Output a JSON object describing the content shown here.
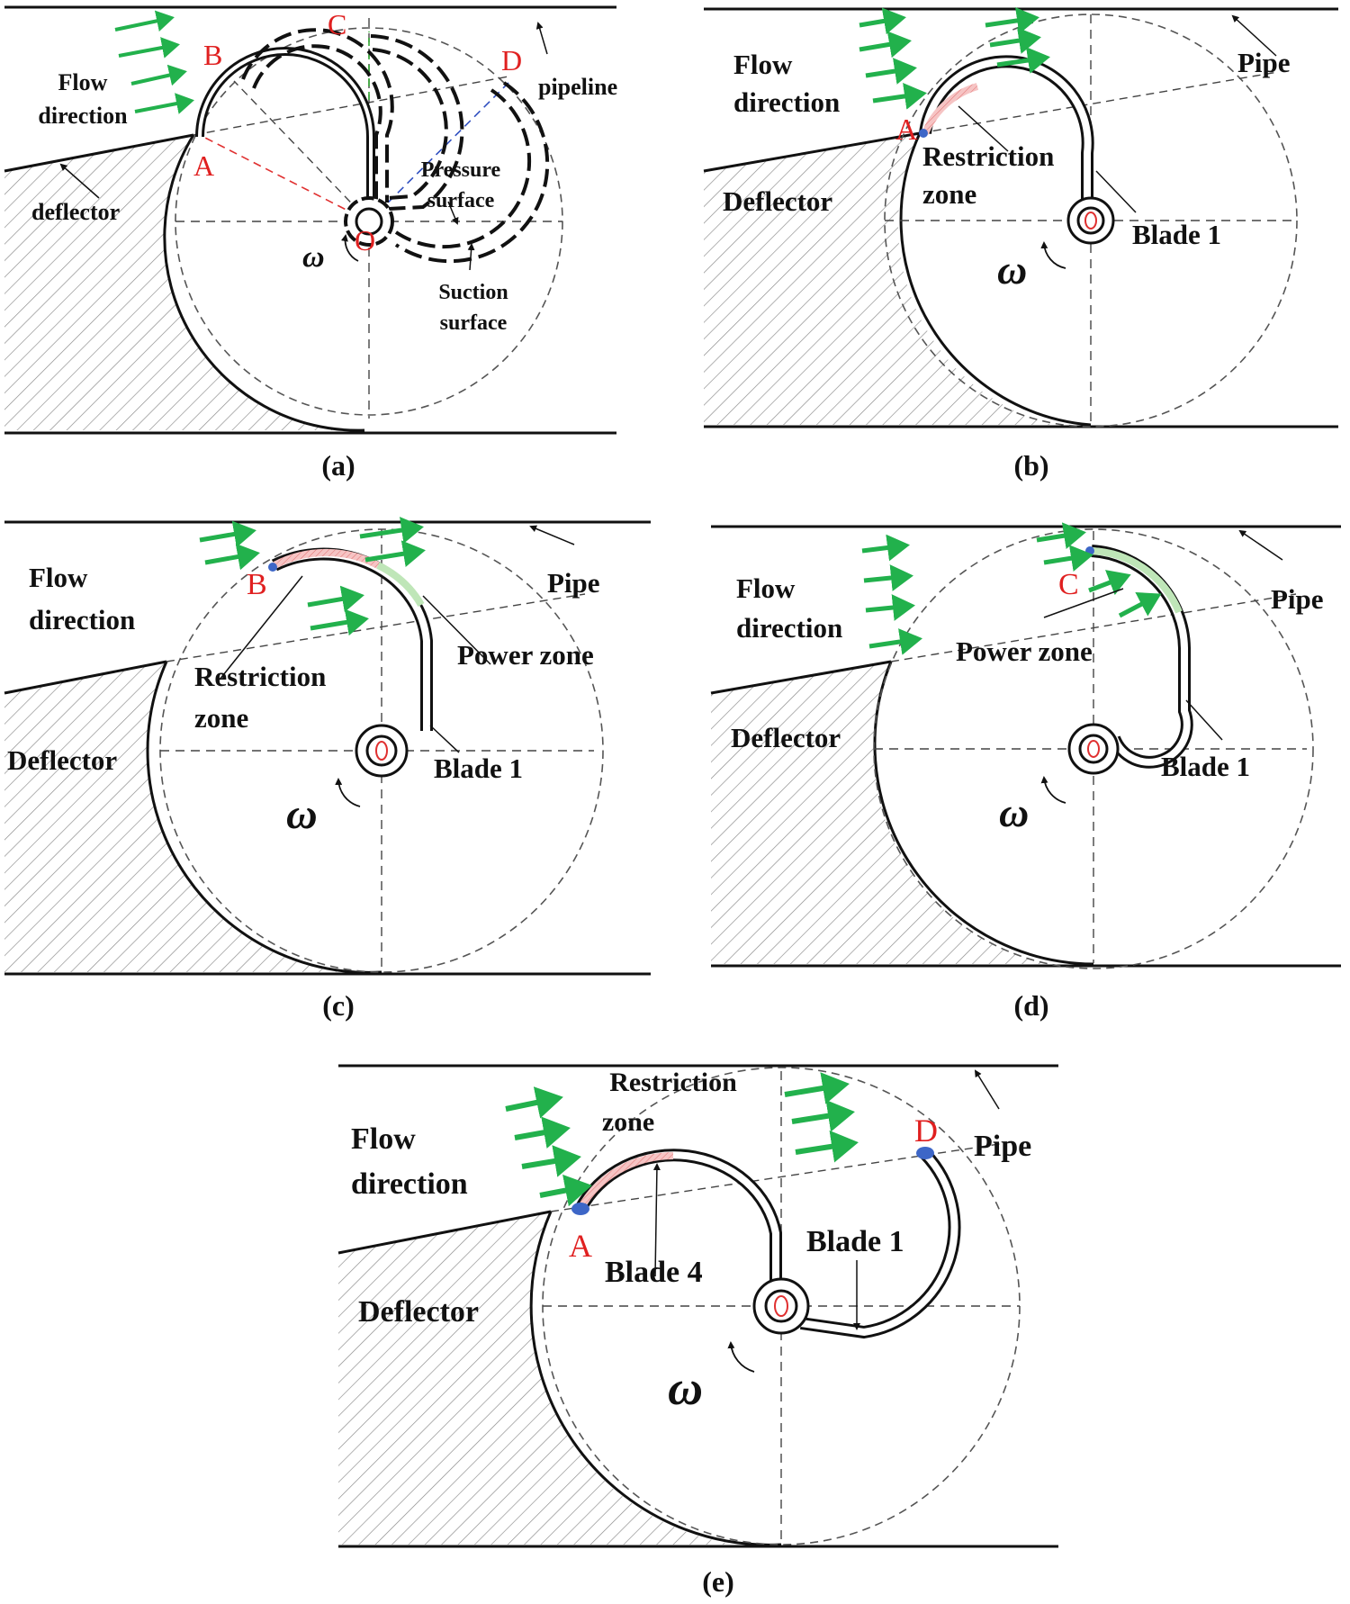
{
  "colors": {
    "ink": "#111111",
    "point_label": "#e02020",
    "flow_arrow": "#22b14c",
    "restriction_fill": "#f6b8b8",
    "power_fill": "#bfe6b8",
    "marker": "#3d66c7",
    "hatch": "#888888",
    "axis_green": "#33a833",
    "axis_red": "#e03030",
    "axis_blue": "#3050c0"
  },
  "panel_a": {
    "caption": "(a)",
    "flow_direction": [
      "Flow",
      "direction"
    ],
    "pipeline": "pipeline",
    "deflector": "deflector",
    "pressure_surface": [
      "Pressure",
      "surface"
    ],
    "suction_surface": [
      "Suction",
      "surface"
    ],
    "points": {
      "A": "A",
      "B": "B",
      "C": "C",
      "D": "D",
      "O": "O"
    },
    "omega": "ω"
  },
  "panel_b": {
    "caption": "(b)",
    "flow_direction": [
      "Flow",
      "direction"
    ],
    "pipe": "Pipe",
    "deflector": "Deflector",
    "restriction_zone": [
      "Restriction",
      "zone"
    ],
    "blade": "Blade 1",
    "point": "A",
    "omega": "ω"
  },
  "panel_c": {
    "caption": "(c)",
    "flow_direction": [
      "Flow",
      "direction"
    ],
    "pipe": "Pipe",
    "deflector": "Deflector",
    "restriction_zone": [
      "Restriction",
      "zone"
    ],
    "power_zone": "Power zone",
    "blade": "Blade 1",
    "point": "B",
    "omega": "ω"
  },
  "panel_d": {
    "caption": "(d)",
    "flow_direction": [
      "Flow",
      "direction"
    ],
    "pipe": "Pipe",
    "deflector": "Deflector",
    "power_zone": "Power zone",
    "blade": "Blade 1",
    "point": "C",
    "omega": "ω"
  },
  "panel_e": {
    "caption": "(e)",
    "flow_direction": [
      "Flow",
      "direction"
    ],
    "pipe": "Pipe",
    "deflector": "Deflector",
    "restriction_zone": [
      "Restriction",
      "zone"
    ],
    "blade_1": "Blade 1",
    "blade_4": "Blade 4",
    "points": {
      "A": "A",
      "D": "D"
    },
    "omega": "ω"
  }
}
